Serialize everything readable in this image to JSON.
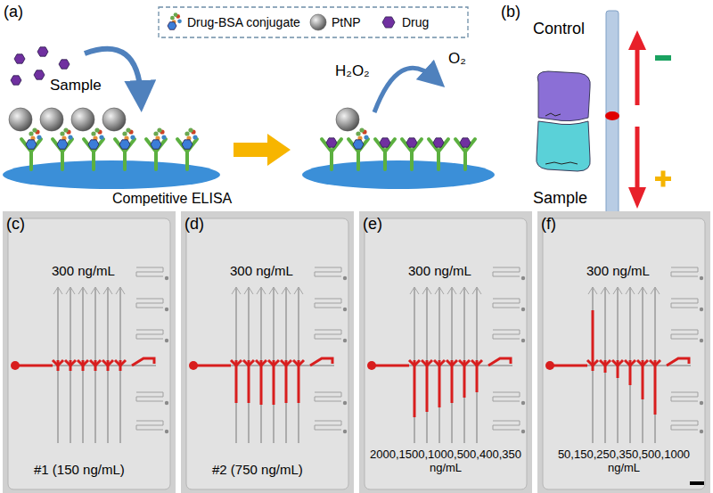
{
  "diagram": {
    "labels": [
      "(a)",
      "Sample",
      "H₂O₂",
      "O₂",
      "Competitive ELISA",
      "(b)",
      "Control",
      "Sample",
      "(c)",
      "300 ng/mL",
      "#1 (150 ng/mL)",
      "(d)",
      "300 ng/mL",
      "#2 (750 ng/mL)",
      "(e)",
      "300 ng/mL",
      "2000,1500,1000,500,400,350 ng/mL",
      "(f)",
      "300 ng/mL",
      "50,150,250,350,500,1000 ng/mL"
    ],
    "legend": [
      {
        "text": "Drug-BSA conjugate"
      },
      {
        "text": "PtNP"
      },
      {
        "text": "Drug"
      }
    ]
  }
}
